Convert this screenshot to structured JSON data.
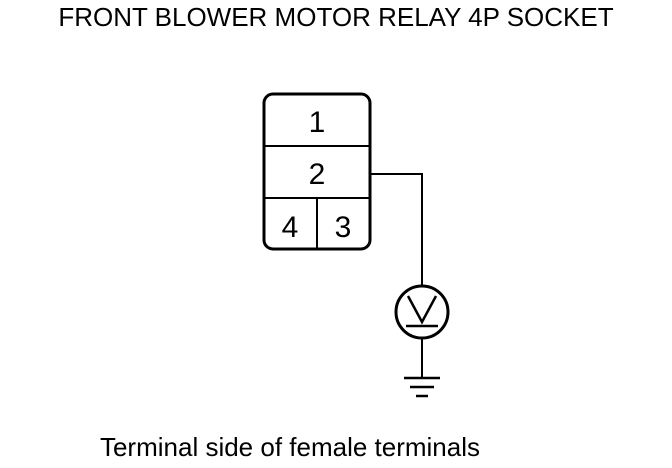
{
  "title": "FRONT BLOWER MOTOR RELAY 4P SOCKET",
  "connector": {
    "pins": {
      "p1": "1",
      "p2": "2",
      "p3": "3",
      "p4": "4"
    }
  },
  "meter": {
    "icon": "voltmeter-icon",
    "symbol": "V"
  },
  "ground": {
    "icon": "ground-icon"
  },
  "caption": "Terminal side of female terminals",
  "colors": {
    "line": "#000000",
    "background": "#ffffff"
  }
}
